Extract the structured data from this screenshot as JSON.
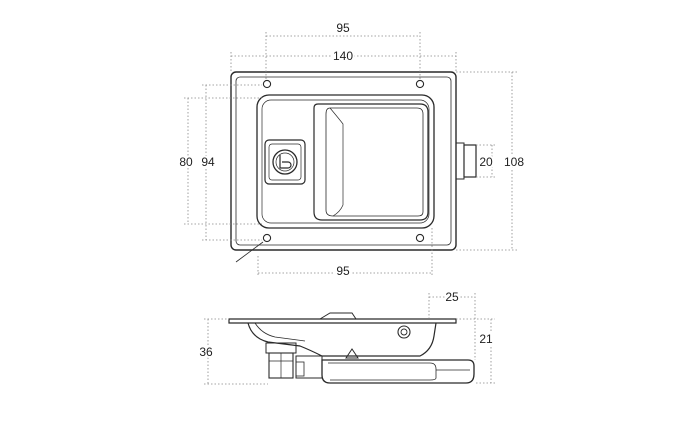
{
  "dimensions": {
    "top_width_inner": "95",
    "overall_width": "140",
    "bottom_width": "95",
    "left_height_outer": "80",
    "left_height_inner": "94",
    "latch_height": "20",
    "overall_height": "108",
    "side_depth_top": "25",
    "side_right_height": "21",
    "side_left_height": "36"
  },
  "colors": {
    "ink": "#2a2a2a",
    "dim_line": "#888888"
  }
}
